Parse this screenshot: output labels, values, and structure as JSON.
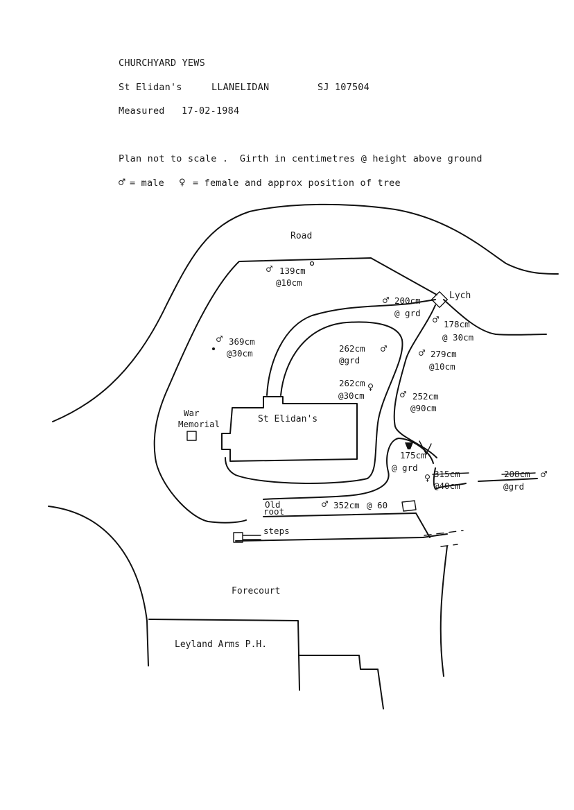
{
  "header": {
    "title": "CHURCHYARD YEWS",
    "church": "St Elidan's",
    "place": "LLANELIDAN",
    "grid_ref": "SJ 107504",
    "measured_label": "Measured",
    "measured_date": "17-02-1984",
    "scale_note": "Plan not to scale .  Girth in centimetres @ height above ground",
    "legend_male_symbol": "♂",
    "legend_male_text": "= male",
    "legend_female_symbol": "♀",
    "legend_female_text": "= female and approx position of tree"
  },
  "plan": {
    "road": "Road",
    "lych": "Lych",
    "church_name": "St Elidan's",
    "war": "War",
    "memorial": "Memorial",
    "old": "Old",
    "root": "root",
    "steps": "steps",
    "forecourt": "Forecourt",
    "pub": "Leyland Arms P.H."
  },
  "trees": [
    {
      "sex": "♂",
      "girth": "139cm",
      "height": "@10cm"
    },
    {
      "sex": "♂",
      "girth": "200cm",
      "height": "@ grd"
    },
    {
      "sex": "♂",
      "girth": "178cm",
      "height": "@ 30cm"
    },
    {
      "sex": "♂",
      "girth": "369cm",
      "height": "@30cm"
    },
    {
      "sex": "♂",
      "girth": "262cm",
      "height": "@grd"
    },
    {
      "sex": "♂",
      "girth": "279cm",
      "height": "@10cm"
    },
    {
      "sex": "♀",
      "girth": "262cm",
      "height": "@30cm"
    },
    {
      "sex": "♂",
      "girth": "252cm",
      "height": "@90cm"
    },
    {
      "sex": "♀",
      "girth": "175cm",
      "height": "@ grd"
    },
    {
      "sex": "",
      "girth": "315cm",
      "height": "@40cm"
    },
    {
      "sex": "♂",
      "girth": "208cm",
      "height": "@grd"
    },
    {
      "sex": "♂",
      "girth": "352cm",
      "height": "@ 60"
    }
  ]
}
